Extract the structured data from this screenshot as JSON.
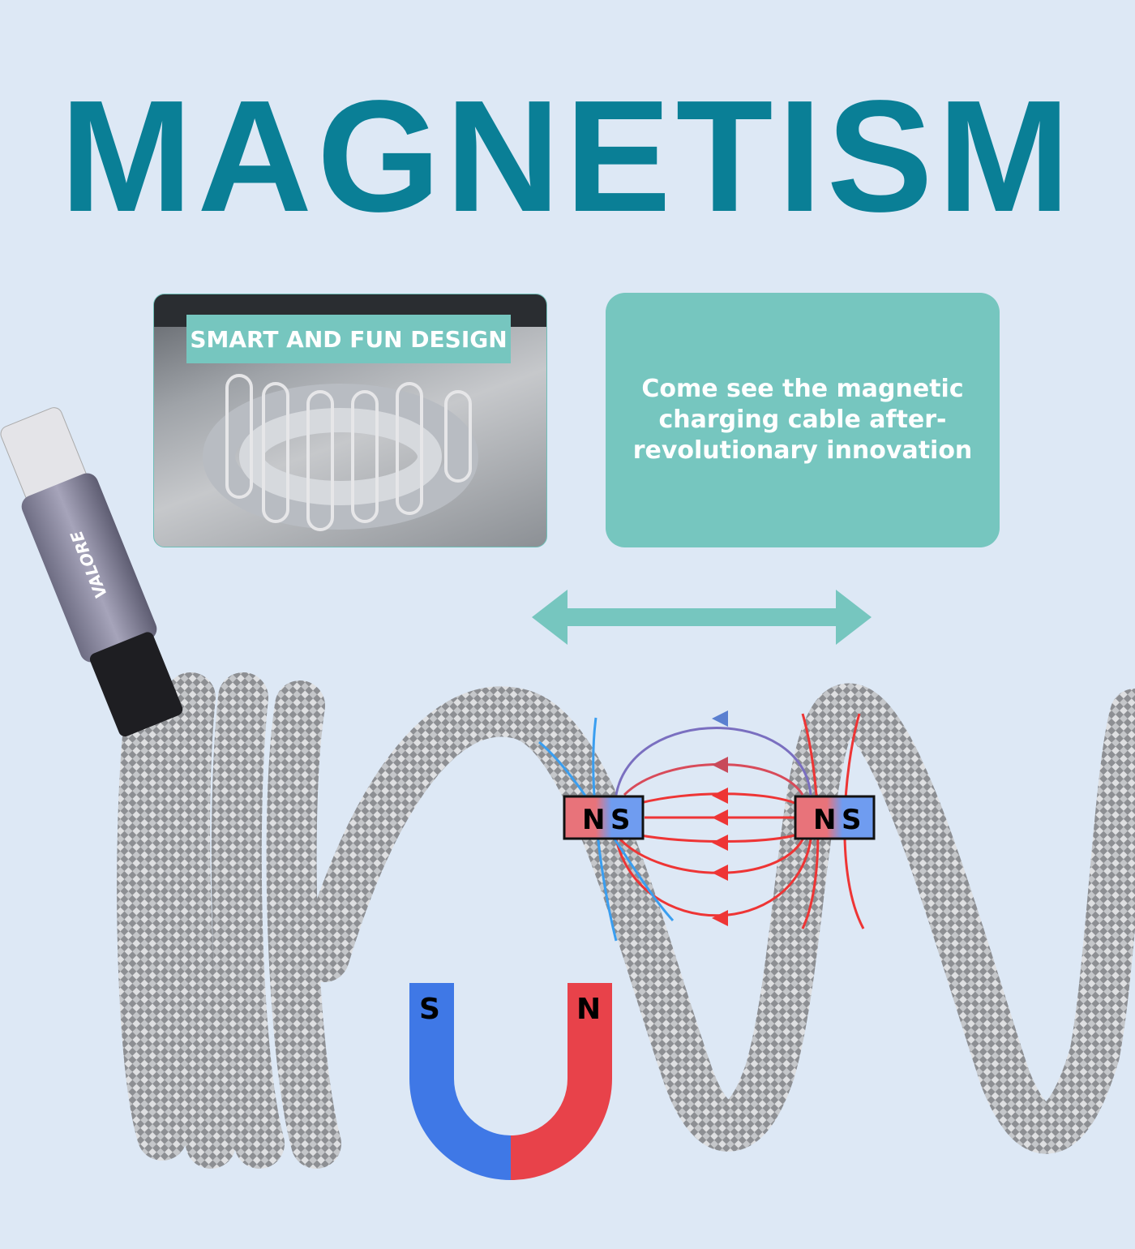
{
  "headline": "MAGNETISM",
  "photo_card": {
    "label": "SMART AND FUN DESIGN"
  },
  "info_card": {
    "text": "Come see the magnetic charging cable after-revolutionary innovation"
  },
  "connector": {
    "brand": "VALORE"
  },
  "magnets": {
    "left": {
      "north": "N",
      "south": "S"
    },
    "right": {
      "north": "N",
      "south": "S"
    },
    "horseshoe": {
      "south": "S",
      "north": "N"
    }
  },
  "colors": {
    "title": "#0a7f96",
    "teal": "#76c6bf",
    "background": "#dde8f5",
    "north": "#e8424a",
    "south": "#3f78e6"
  }
}
